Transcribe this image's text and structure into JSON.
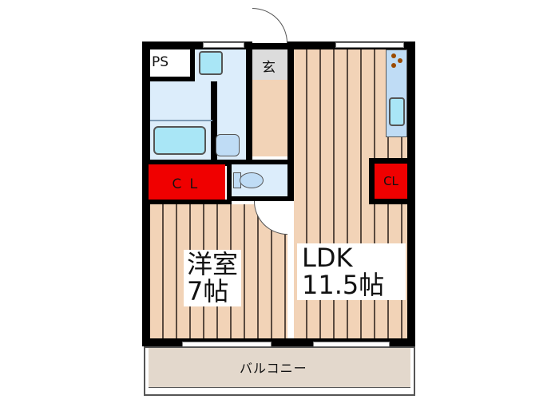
{
  "floorplan": {
    "rooms": {
      "ps": {
        "label": "PS"
      },
      "entrance": {
        "label": "玄"
      },
      "closet_left": {
        "label": "ＣＬ"
      },
      "closet_right": {
        "label": "CL"
      },
      "western_room": {
        "name": "洋室",
        "size": "7帖"
      },
      "ldk": {
        "name": "LDK",
        "size": "11.5帖"
      },
      "balcony": {
        "label": "バルコニー"
      }
    },
    "colors": {
      "wall": "#000000",
      "flooring": "#f2d3b7",
      "wet_area": "#dcedfb",
      "closet": "#f00000",
      "entrance": "#dcdcdc",
      "balcony": "#e3d8cc"
    }
  }
}
